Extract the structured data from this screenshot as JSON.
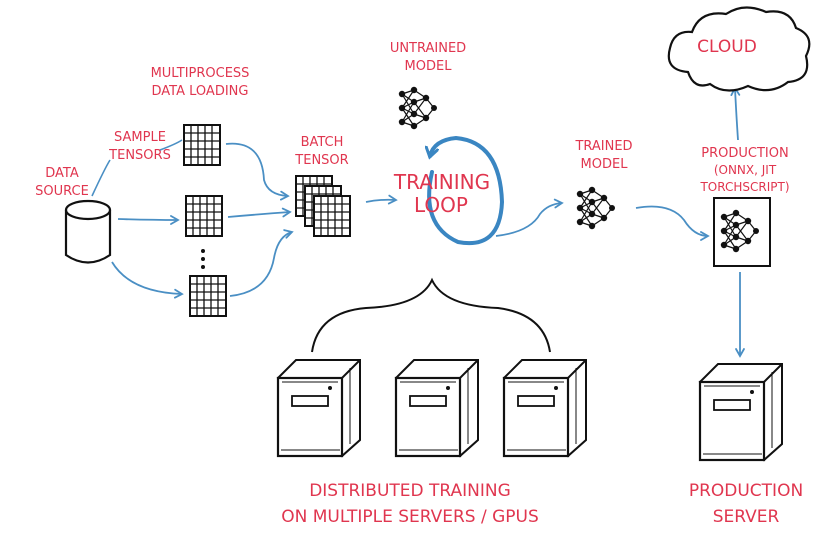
{
  "labels": {
    "multiprocess_1": "MULTIPROCESS",
    "multiprocess_2": "DATA LOADING",
    "sample_1": "SAMPLE",
    "sample_2": "TENSORS",
    "datasource_1": "DATA",
    "datasource_2": "SOURCE",
    "batch_1": "BATCH",
    "batch_2": "TENSOR",
    "untrained_1": "UNTRAINED",
    "untrained_2": "MODEL",
    "training_1": "TRAINING",
    "training_2": "LOOP",
    "trained_1": "TRAINED",
    "trained_2": "MODEL",
    "production_1": "PRODUCTION",
    "production_2": "(ONNX, JIT",
    "production_3": "TORCHSCRIPT)",
    "cloud": "CLOUD",
    "distributed_1": "DISTRIBUTED TRAINING",
    "distributed_2": "ON MULTIPLE SERVERS / GPUS",
    "prodserver_1": "PRODUCTION",
    "prodserver_2": "SERVER"
  },
  "colors": {
    "label": "#e0364f",
    "arrow": "#4a8fc4",
    "loop": "#3a86c2",
    "ink": "#111111"
  }
}
